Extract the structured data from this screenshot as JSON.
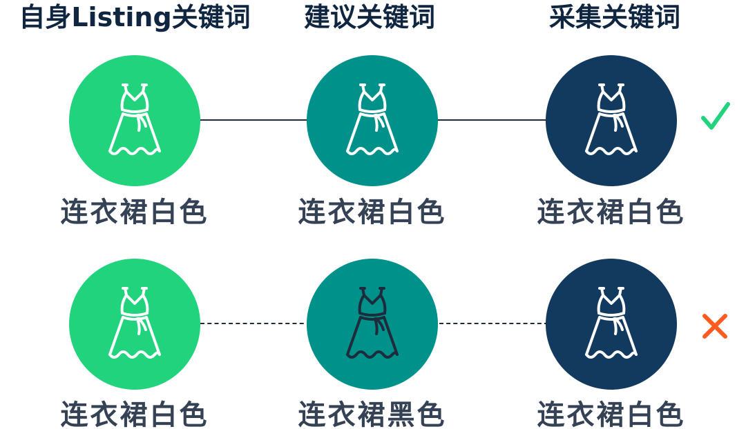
{
  "headers": {
    "own": "自身Listing关键词",
    "suggested": "建议关键词",
    "collected": "采集关键词"
  },
  "rows": [
    {
      "own": {
        "label": "连衣裙白色",
        "color": "#21d37d",
        "dress_stroke": "#ffffff"
      },
      "suggested": {
        "label": "连衣裙白色",
        "color": "#00918a",
        "dress_stroke": "#ffffff"
      },
      "collected": {
        "label": "连衣裙白色",
        "color": "#123a5e",
        "dress_stroke": "#ffffff"
      },
      "connector": "solid",
      "status": {
        "icon": "check-icon",
        "color": "#21d37d"
      }
    },
    {
      "own": {
        "label": "连衣裙白色",
        "color": "#21d37d",
        "dress_stroke": "#ffffff"
      },
      "suggested": {
        "label": "连衣裙黑色",
        "color": "#00918a",
        "dress_stroke": "#1d2b3c"
      },
      "collected": {
        "label": "连衣裙白色",
        "color": "#123a5e",
        "dress_stroke": "#ffffff"
      },
      "connector": "dashed",
      "status": {
        "icon": "cross-icon",
        "color": "#ff5a1f"
      }
    }
  ]
}
